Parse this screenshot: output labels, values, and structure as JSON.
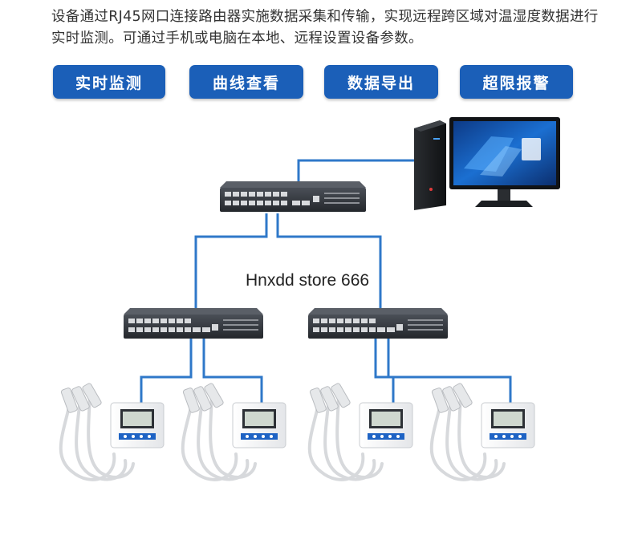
{
  "intro": {
    "text": "设备通过RJ45网口连接路由器实施数据采集和传输，实现远程跨区域对温湿度数据进行实时监测。可通过手机或电脑在本地、远程设置设备参数。"
  },
  "features": [
    {
      "label": "实时监测"
    },
    {
      "label": "曲线查看"
    },
    {
      "label": "数据导出"
    },
    {
      "label": "超限报警"
    }
  ],
  "overlay": {
    "text": "Hnxdd store 666"
  },
  "colors": {
    "button_bg": "#1b5fb8",
    "button_text": "#ffffff",
    "cable": "#2f78c9",
    "switch_body": "#2e3238",
    "device_body": "#f4f4f4"
  }
}
